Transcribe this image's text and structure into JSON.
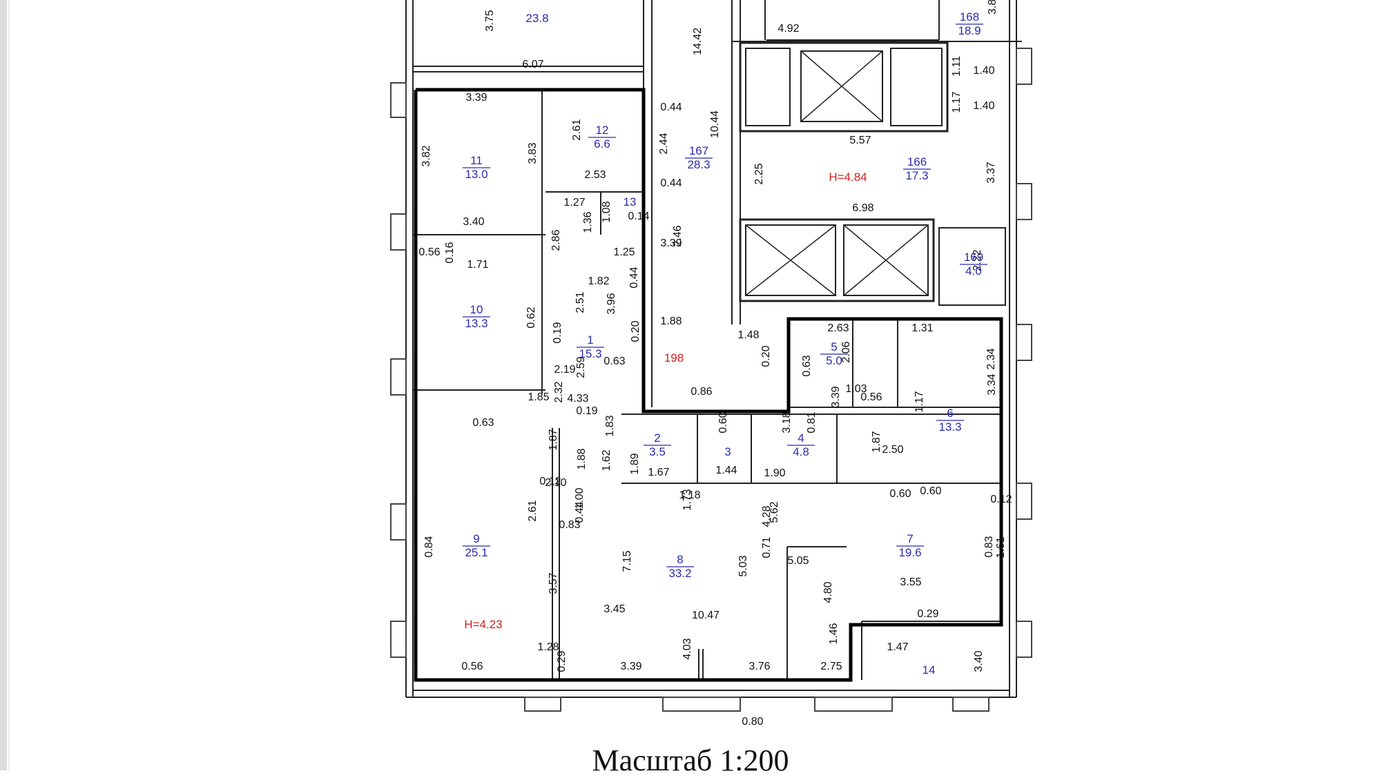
{
  "scale_label": "Масштаб 1:200",
  "colors": {
    "room_label": "#2b2bb0",
    "height_label": "#d02020",
    "line": "#111111"
  },
  "rooms": [
    {
      "id": "r-top",
      "num": "",
      "area": "23.8"
    },
    {
      "id": "r168",
      "num": "168",
      "area": "18.9"
    },
    {
      "id": "r12",
      "num": "12",
      "area": "6.6"
    },
    {
      "id": "r11",
      "num": "11",
      "area": "13.0"
    },
    {
      "id": "r13",
      "num": "13",
      "area": ""
    },
    {
      "id": "r167",
      "num": "167",
      "area": "28.3"
    },
    {
      "id": "r166",
      "num": "166",
      "area": "17.3"
    },
    {
      "id": "r169",
      "num": "169",
      "area": "4.0"
    },
    {
      "id": "r10",
      "num": "10",
      "area": "13.3"
    },
    {
      "id": "r1",
      "num": "1",
      "area": "15.3"
    },
    {
      "id": "r5",
      "num": "5",
      "area": "5.0"
    },
    {
      "id": "r6",
      "num": "6",
      "area": "13.3"
    },
    {
      "id": "r2",
      "num": "2",
      "area": "3.5"
    },
    {
      "id": "r3",
      "num": "3",
      "area": ""
    },
    {
      "id": "r4",
      "num": "4",
      "area": "4.8"
    },
    {
      "id": "r9",
      "num": "9",
      "area": "25.1"
    },
    {
      "id": "r8",
      "num": "8",
      "area": "33.2"
    },
    {
      "id": "r7",
      "num": "7",
      "area": "19.6"
    },
    {
      "id": "r14",
      "num": "14",
      "area": ""
    }
  ],
  "heights": [
    "H=4.84",
    "H=4.23"
  ],
  "apartment_number": "198",
  "dimensions": [
    "3.75",
    "6.07",
    "14.42",
    "4.92",
    "3.8",
    "1.11",
    "1.40",
    "1.17",
    "1.40",
    "3.39",
    "2.61",
    "3.82",
    "3.83",
    "0.44",
    "10.44",
    "2.44",
    "2.53",
    "2.25",
    "5.57",
    "3.37",
    "1.27",
    "1.08",
    "0.14",
    "0.44",
    "3.40",
    "1.36",
    "2.86",
    "6.98",
    "0.56",
    "0.16",
    "1.25",
    "2.46",
    "2.22",
    "3.39",
    "1.71",
    "0.44",
    "1.82",
    "0.62",
    "2.51",
    "3.96",
    "0.19",
    "0.20",
    "1.88",
    "1.48",
    "2.63",
    "1.31",
    "2.19",
    "2.59",
    "0.63",
    "0.20",
    "0.63",
    "2.06",
    "2.34",
    "2.32",
    "1.85",
    "3.39",
    "1.03",
    "1.17",
    "3.34",
    "4.33",
    "0.19",
    "0.86",
    "0.60",
    "0.56",
    "0.63",
    "1.83",
    "3.18",
    "0.81",
    "1.87",
    "1.87",
    "1.88",
    "1.62",
    "1.89",
    "1.67",
    "1.44",
    "1.90",
    "2.10",
    "1.00",
    "2.61",
    "0.60",
    "0.12",
    "2.50",
    "1.18",
    "0.60",
    "4.28",
    "5.62",
    "0.83",
    "0.44",
    "0.12",
    "1.73",
    "1.61",
    "0.71",
    "0.84",
    "7.15",
    "5.03",
    "5.05",
    "0.83",
    "3.57",
    "3.55",
    "4.80",
    "3.45",
    "10.47",
    "0.29",
    "4.03",
    "1.46",
    "1.47",
    "3.40",
    "1.28",
    "0.29",
    "0.56",
    "3.39",
    "3.76",
    "2.75",
    "0.80"
  ]
}
